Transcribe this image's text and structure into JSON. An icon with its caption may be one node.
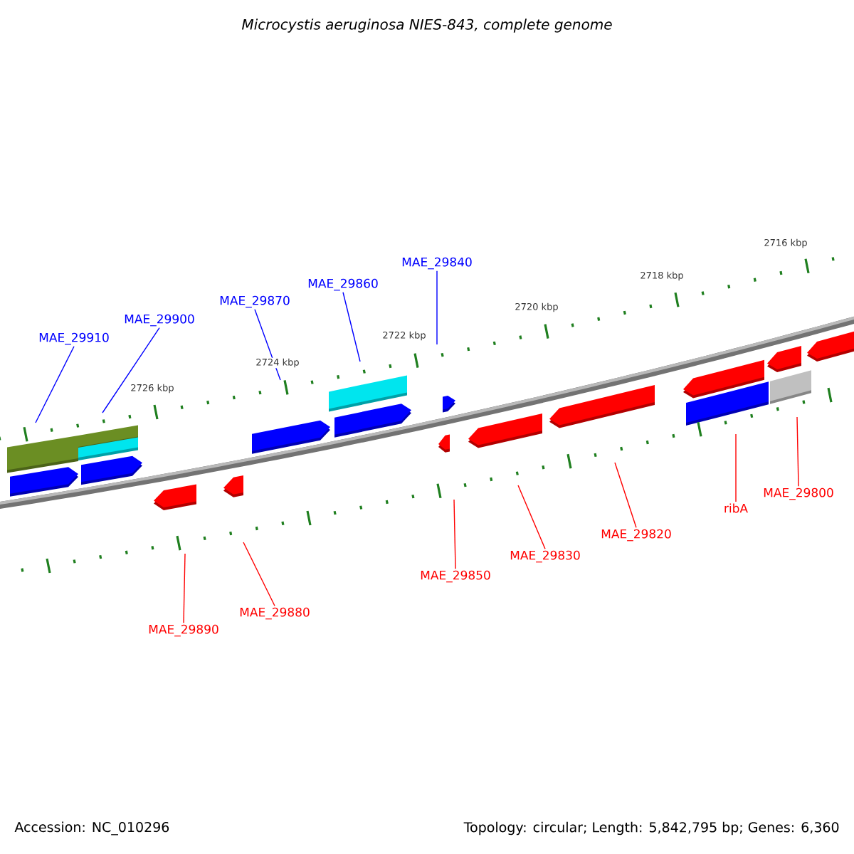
{
  "diagram": {
    "title": "Microcystis aeruginosa NIES-843, complete genome",
    "nodes": [
      {
        "text": [
          "MAE_29910"
        ]
      },
      {
        "text": [
          "MAE_29900"
        ]
      },
      {
        "text": [
          "MAE_29870"
        ]
      },
      {
        "text": [
          "MAE_29860"
        ]
      },
      {
        "text": [
          "MAE_29840"
        ]
      },
      {
        "text": [
          "MAE_29890"
        ]
      },
      {
        "text": [
          "MAE_29880"
        ]
      },
      {
        "text": [
          "MAE_29850"
        ]
      },
      {
        "text": [
          "MAE_29830"
        ]
      },
      {
        "text": [
          "MAE_29820"
        ]
      },
      {
        "text": [
          "ribA"
        ]
      },
      {
        "text": [
          "MAE_29800"
        ]
      }
    ],
    "edges": [
      {
        "from": 0,
        "to": null,
        "arrow": "none",
        "color": "#0000ff"
      },
      {
        "from": 1,
        "to": null,
        "arrow": "none",
        "color": "#0000ff"
      },
      {
        "from": 2,
        "to": null,
        "arrow": "none",
        "color": "#0000ff"
      },
      {
        "from": 3,
        "to": null,
        "arrow": "none",
        "color": "#0000ff"
      },
      {
        "from": 4,
        "to": null,
        "arrow": "none",
        "color": "#0000ff"
      },
      {
        "from": 5,
        "to": null,
        "arrow": "none"
      },
      {
        "from": 6,
        "to": null,
        "arrow": "none"
      },
      {
        "from": 7,
        "to": null,
        "arrow": "none"
      },
      {
        "from": 8,
        "to": null,
        "arrow": "none"
      },
      {
        "from": 9,
        "to": null,
        "arrow": "none"
      },
      {
        "from": 10,
        "to": null,
        "arrow": "none"
      },
      {
        "from": 11,
        "to": null,
        "arrow": "none"
      }
    ],
    "labels": [
      "2726 kbp",
      "2724 kbp",
      "2722 kbp",
      "2720 kbp",
      "2718 kbp",
      "2716 kbp",
      "Accession: NC_010296",
      "Topology: circular; Length: 5,842,795 bp; Genes: 6,360"
    ]
  }
}
